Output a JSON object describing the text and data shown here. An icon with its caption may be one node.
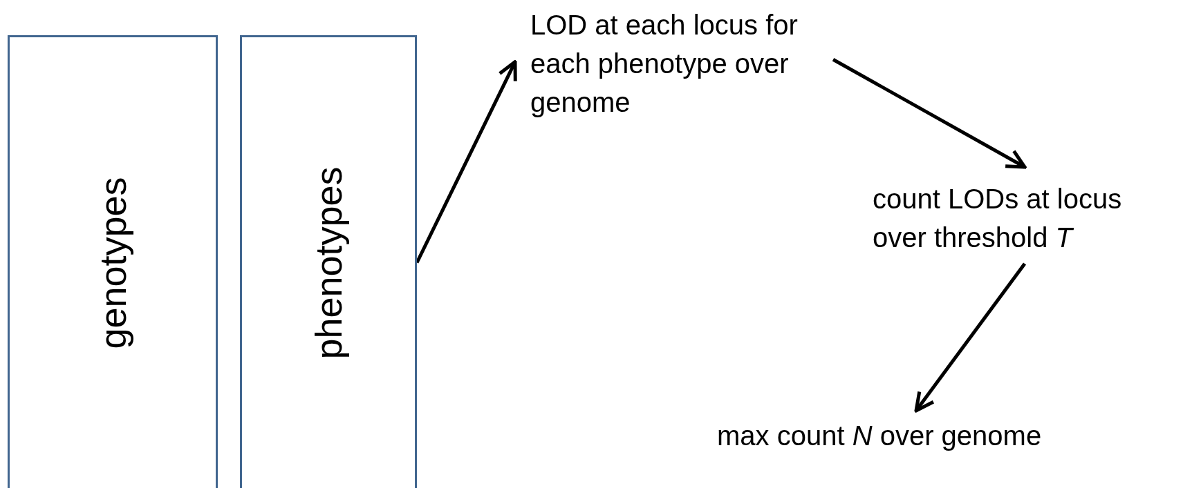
{
  "diagram": {
    "nodes": [
      {
        "text": [
          "genotypes"
        ]
      },
      {
        "text": [
          "phenotypes"
        ]
      },
      {
        "text": [
          "LOD at each locus for each phenotype over genome"
        ]
      },
      {
        "text": [
          "count LODs at locus over threshold *T*"
        ]
      },
      {
        "text": [
          "max count *N* over genome"
        ]
      }
    ],
    "edges": [
      {
        "from": 1,
        "to": 2,
        "arrow": "to"
      },
      {
        "from": 2,
        "to": 3,
        "arrow": "to"
      },
      {
        "from": 3,
        "to": 4,
        "arrow": "to"
      }
    ]
  }
}
